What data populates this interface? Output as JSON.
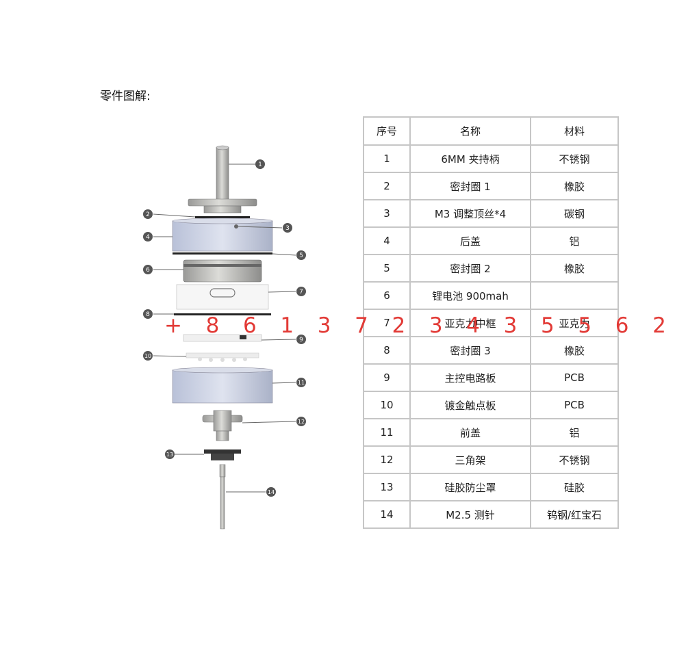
{
  "title": "零件图解:",
  "table": {
    "headers": [
      "序号",
      "名称",
      "材料"
    ],
    "rows": [
      [
        "1",
        "6MM 夹持柄",
        "不锈钢"
      ],
      [
        "2",
        "密封圈 1",
        "橡胶"
      ],
      [
        "3",
        "M3 调整顶丝*4",
        "碳钢"
      ],
      [
        "4",
        "后盖",
        "铝"
      ],
      [
        "5",
        "密封圈 2",
        "橡胶"
      ],
      [
        "6",
        "锂电池 900mah",
        ""
      ],
      [
        "7",
        "亚克力中框",
        "亚克力"
      ],
      [
        "8",
        "密封圈 3",
        "橡胶"
      ],
      [
        "9",
        "主控电路板",
        "PCB"
      ],
      [
        "10",
        "镀金触点板",
        "PCB"
      ],
      [
        "11",
        "前盖",
        "铝"
      ],
      [
        "12",
        "三角架",
        "不锈钢"
      ],
      [
        "13",
        "硅胶防尘罩",
        "硅胶"
      ],
      [
        "14",
        "M2.5 测针",
        "钨钢/红宝石"
      ]
    ]
  },
  "callouts": [
    "1",
    "2",
    "3",
    "4",
    "5",
    "6",
    "7",
    "8",
    "9",
    "10",
    "11",
    "12",
    "13",
    "14"
  ],
  "watermark": "+ 8 6 1 3 7 2 3 4 3 5 5 6 2"
}
